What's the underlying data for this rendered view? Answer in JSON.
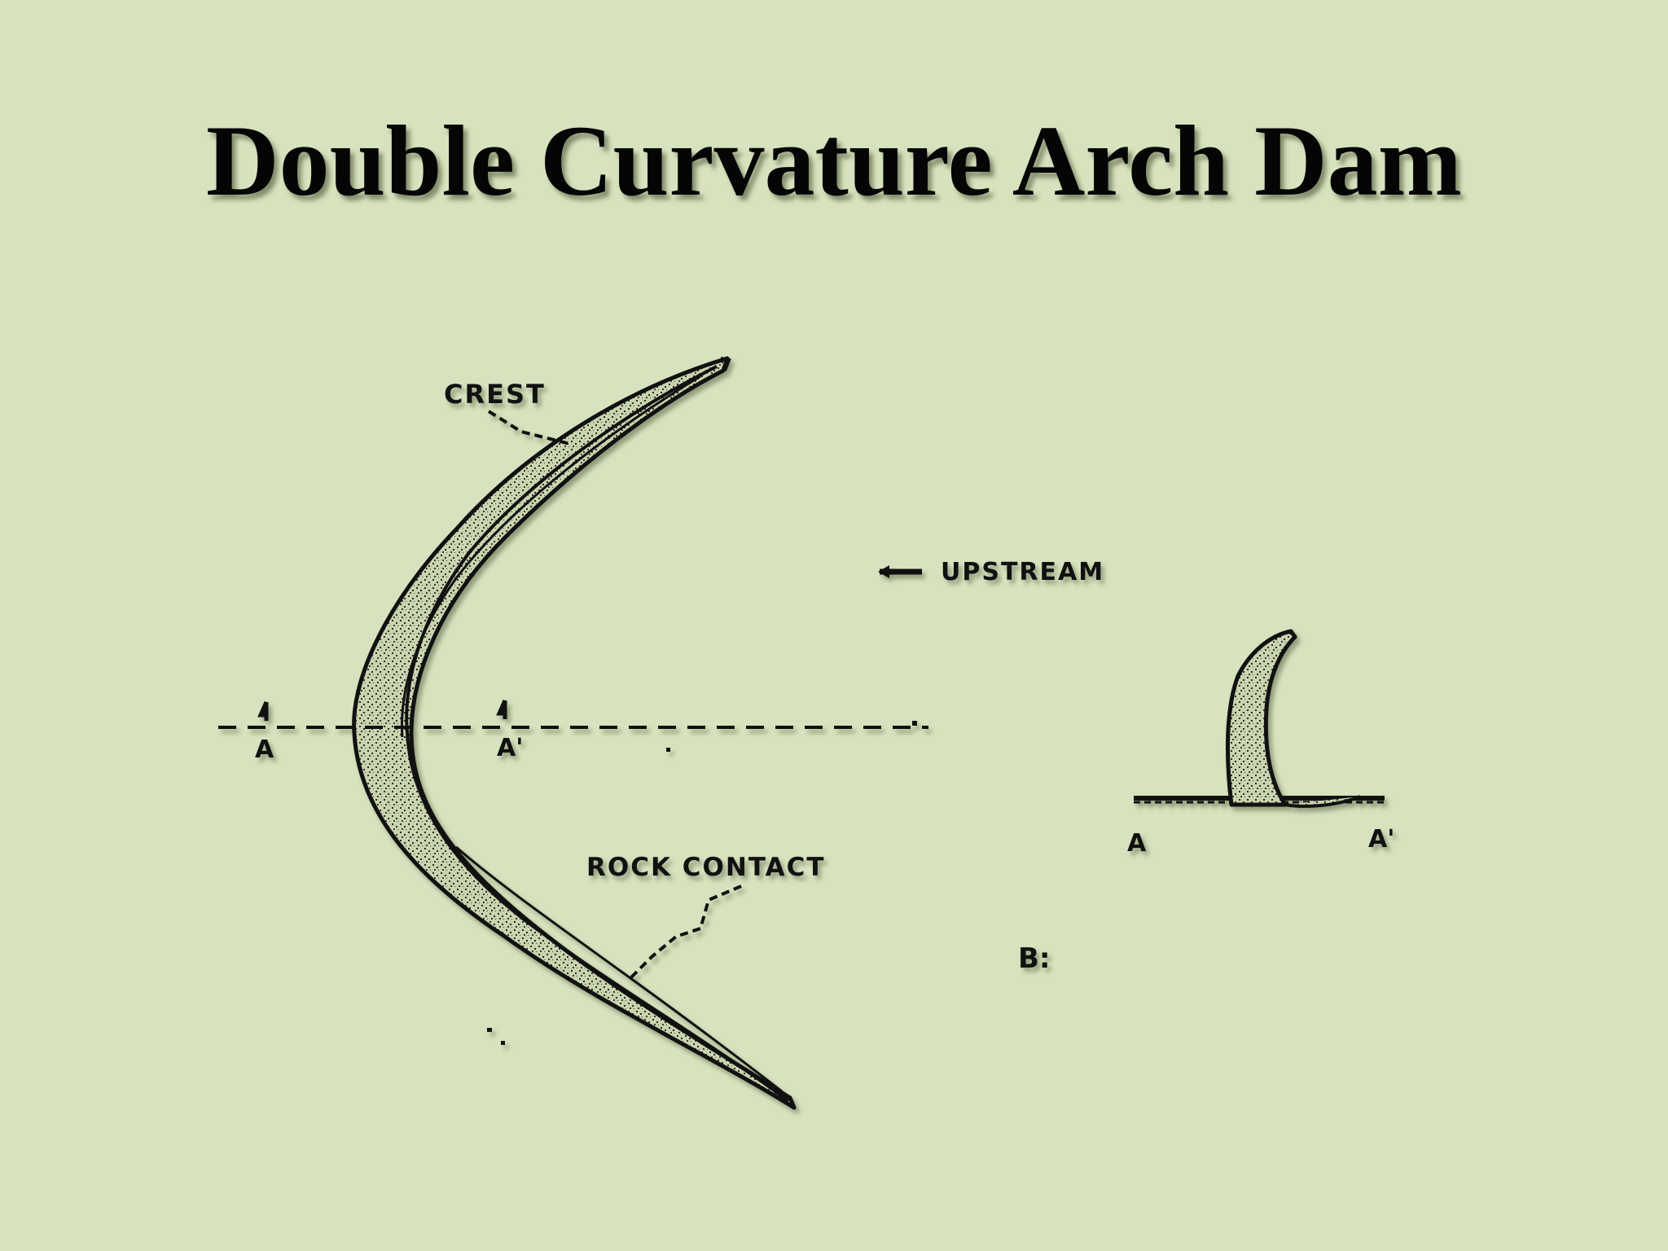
{
  "slide": {
    "title": "Double Curvature Arch Dam",
    "background_color": "#d7e3be",
    "text_color": "#050505"
  },
  "diagram": {
    "labels": {
      "crest": "CREST",
      "upstream": "UPSTREAM",
      "rock_contact": "ROCK CONTACT",
      "section_a_left": "A",
      "section_a_right": "A'",
      "figure_b": "B:",
      "section_view_a": "A",
      "section_view_a_prime": "A'"
    },
    "icons": {
      "upstream_arrow": "arrow-left-icon",
      "section_marker": "section-flag-icon"
    }
  }
}
